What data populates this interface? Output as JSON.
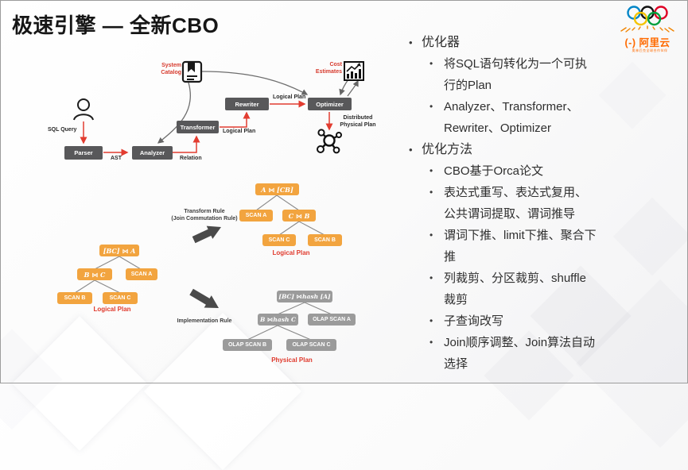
{
  "slide": {
    "title": "极速引擎 — 全新CBO"
  },
  "logo": {
    "brand": "(-) 阿里云",
    "tagline": "奥林匹克全球合作伙伴"
  },
  "diagram": {
    "pipeline": {
      "parser": "Parser",
      "analyzer": "Analyzer",
      "transformer": "Transformer",
      "rewriter": "Rewriter",
      "optimizer": "Optimizer"
    },
    "labels": {
      "sql_query": "SQL Query",
      "ast": "AST",
      "relation": "Relation",
      "logical_plan_1": "Logical Plan",
      "logical_plan_2": "Logical Plan",
      "system_catalog": "System Catalog",
      "cost_estimates": "Cost Estimates",
      "distributed_physical_plan": "Distributed Physical Plan",
      "transform_rule": "Transform Rule",
      "transform_rule_sub": "(Join Commutation Rule)",
      "implementation_rule": "Implementation Rule"
    },
    "logical_tree_before": {
      "root": "[BC] ⋈ A",
      "left": "B ⋈ C",
      "right": "SCAN A",
      "leaf1": "SCAN B",
      "leaf2": "SCAN C",
      "caption": "Logical Plan"
    },
    "logical_tree_after": {
      "root": "A ⋈ [CB]",
      "left": "SCAN A",
      "right": "C ⋈ B",
      "leaf1": "SCAN C",
      "leaf2": "SCAN B",
      "caption": "Logical Plan"
    },
    "physical_tree": {
      "root": "[BC] ⋈hash [A]",
      "left": "B ⋈hash C",
      "right": "OLAP SCAN A",
      "leaf1": "OLAP SCAN B",
      "leaf2": "OLAP SCAN C",
      "caption": "Physical Plan"
    }
  },
  "bullets": [
    {
      "level": 1,
      "text": "优化器"
    },
    {
      "level": 2,
      "text": "将SQL语句转化为一个可执行的Plan"
    },
    {
      "level": 2,
      "text": "Analyzer、Transformer、Rewriter、Optimizer"
    },
    {
      "level": 1,
      "text": "优化方法"
    },
    {
      "level": 2,
      "text": "CBO基于Orca论文"
    },
    {
      "level": 2,
      "text": "表达式重写、表达式复用、公共谓词提取、谓词推导"
    },
    {
      "level": 2,
      "text": "谓词下推、limit下推、聚合下推"
    },
    {
      "level": 2,
      "text": "列裁剪、分区裁剪、shuffle裁剪"
    },
    {
      "level": 2,
      "text": "子查询改写"
    },
    {
      "level": 2,
      "text": "Join顺序调整、Join算法自动选择"
    }
  ],
  "colors": {
    "accent_orange": "#F2A43F",
    "box_dark": "#58585A",
    "box_gray": "#9B9B9B",
    "red_label": "#D73A2D",
    "red_arrow": "#E23C30",
    "brand_orange": "#FF6A00"
  }
}
